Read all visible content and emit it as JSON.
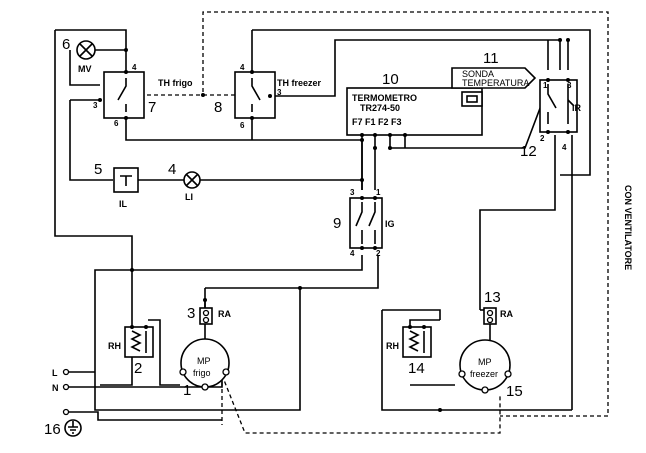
{
  "components": {
    "mv": {
      "num": "6",
      "label": "MV"
    },
    "th_frigo": {
      "num": "7",
      "label": "TH frigo",
      "pin_top": "4",
      "pin_left": "3",
      "pin_bottom": "6"
    },
    "th_freezer": {
      "num": "8",
      "label": "TH freezer",
      "pin_top": "4",
      "pin_right": "3",
      "pin_bottom": "6"
    },
    "thermometer": {
      "num": "10",
      "title": "TERMOMETRO",
      "model": "TR274-50",
      "pins": "F7 F1 F2 F3"
    },
    "probe": {
      "num": "11",
      "line1": "SONDA",
      "line2": "TEMPERATURA"
    },
    "relay_ir": {
      "num": "12",
      "label": "IR",
      "pin_tl": "1",
      "pin_tr": "3",
      "pin_bl": "2",
      "pin_br": "4"
    },
    "il": {
      "num": "5",
      "label": "IL"
    },
    "li": {
      "num": "4",
      "label": "LI"
    },
    "switch_ig": {
      "num": "9",
      "label": "IG",
      "pin_tl": "3",
      "pin_tr": "1",
      "pin_bl": "4",
      "pin_br": "2"
    },
    "rh_frigo": {
      "num": "2",
      "label": "RH"
    },
    "ra_frigo": {
      "num": "3",
      "label": "RA"
    },
    "mp_frigo": {
      "num": "1",
      "line1": "MP",
      "line2": "frigo"
    },
    "rh_freezer": {
      "num": "14",
      "label": "RH"
    },
    "ra_freezer": {
      "num": "13",
      "label": "RA"
    },
    "mp_freezer": {
      "num": "15",
      "line1": "MP",
      "line2": "freezer"
    },
    "ground": {
      "num": "16"
    }
  },
  "supply": {
    "line": "L",
    "neutral": "N"
  },
  "side_label": "CON VENTILATORE"
}
